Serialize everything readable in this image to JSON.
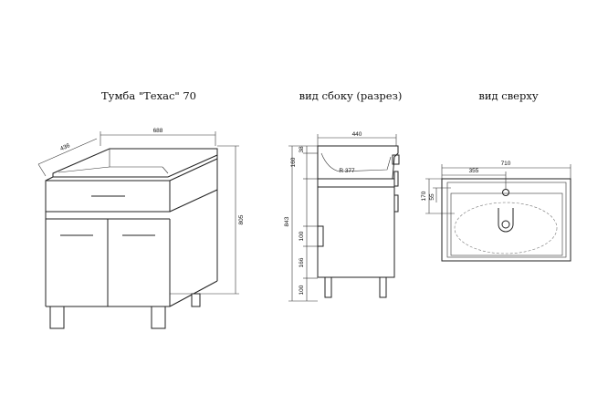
{
  "titles": {
    "front": "Тумба \"Техас\" 70",
    "side": "вид сбоку (разрез)",
    "top": "вид сверху"
  },
  "front_view": {
    "width": "688",
    "depth": "436",
    "height": "805"
  },
  "side_view": {
    "depth": "440",
    "total_height": "843",
    "basin_height": "160",
    "rim": "38",
    "drawer_front": "100",
    "door_gap": "166",
    "legs": "100",
    "detail_label": "R 377"
  },
  "top_view": {
    "width": "710",
    "drain_offset": "355",
    "depth": "170",
    "drain_depth": "55"
  }
}
